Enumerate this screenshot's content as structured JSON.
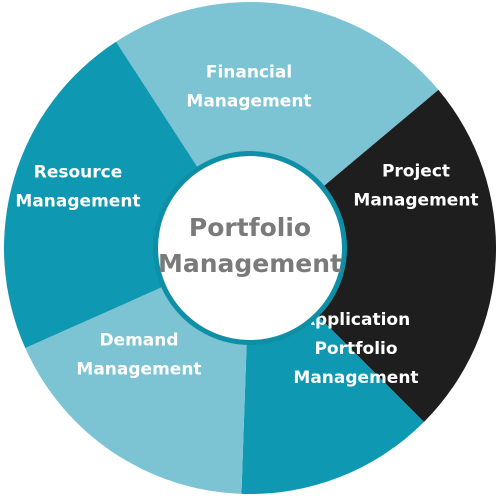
{
  "center": {
    "lines": [
      "Portfolio",
      "Management"
    ],
    "fill": "#ffffff",
    "ring_color": "#0e8fa6",
    "text_color": "#7a7a7a"
  },
  "segments": [
    {
      "lines": [
        "Financial",
        "Management"
      ],
      "fill": "#7cc4d4"
    },
    {
      "lines": [
        "Project",
        "Management"
      ],
      "fill": "#1e1e1e"
    },
    {
      "lines": [
        "Application",
        "Portfolio",
        "Management"
      ],
      "fill": "#0f98b1"
    },
    {
      "lines": [
        "Demand",
        "Management"
      ],
      "fill": "#7cc4d4"
    },
    {
      "lines": [
        "Resource",
        "Management"
      ],
      "fill": "#0f98b1"
    }
  ]
}
